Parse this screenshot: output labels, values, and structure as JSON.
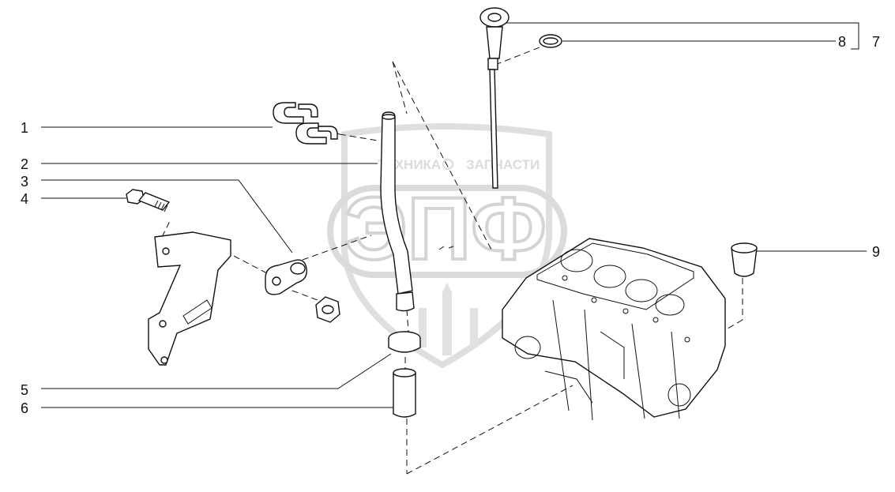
{
  "watermark": {
    "top_text": "ТЕХНИКА",
    "top_text_right": "ЗАПЧАСТИ",
    "big_text": "ЭПФ"
  },
  "callouts": [
    {
      "id": "1",
      "label": "1"
    },
    {
      "id": "2",
      "label": "2"
    },
    {
      "id": "3",
      "label": "3"
    },
    {
      "id": "4",
      "label": "4"
    },
    {
      "id": "5",
      "label": "5"
    },
    {
      "id": "6",
      "label": "6"
    },
    {
      "id": "7",
      "label": "7"
    },
    {
      "id": "8",
      "label": "8"
    },
    {
      "id": "9",
      "label": "9"
    }
  ]
}
